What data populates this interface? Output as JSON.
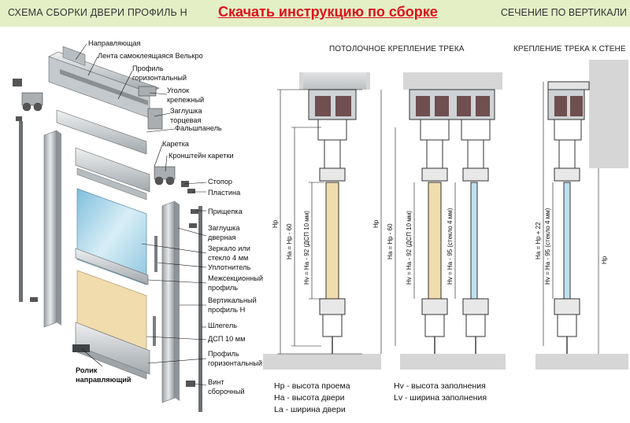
{
  "header": {
    "left_title": "СХЕМА СБОРКИ ДВЕРИ ПРОФИЛЬ Н",
    "download_link": "Скачать инструкцию по сборке",
    "right_title": "СЕЧЕНИЕ ПО ВЕРТИКАЛИ"
  },
  "sections": {
    "ceiling": "ПОТОЛОЧНОЕ КРЕПЛЕНИЕ ТРЕКА",
    "wall": "КРЕПЛЕНИЕ ТРЕКА К СТЕНЕ"
  },
  "parts": [
    "Направляющая",
    "Лента самоклеящаяся Велькро",
    "Профиль",
    "горизонтальный",
    "Уголок",
    "крепежный",
    "Заглушка",
    "торцевая",
    "Фальшпанель",
    "Каретка",
    "Кронштейн каретки",
    "Стопор",
    "Пластина",
    "Прищепка",
    "Заглушка",
    "дверная",
    "Зеркало или",
    "стекло 4 мм",
    "Уплотнитель",
    "Межсекционный",
    "профиль",
    "Вертикальный",
    "профиль Н",
    "Шлегель",
    "ДСП 10 мм",
    "Профиль",
    "горизонтальный",
    "Винт",
    "сборочный"
  ],
  "roller_label": [
    "Ролик",
    "направляющий"
  ],
  "dimensions": {
    "hp": "Hp",
    "ha_hp60": "Ha = Hp - 60",
    "hv_dsp": "Hv = Ha - 92 (ДСП 10 мм)",
    "hv_glass": "Hv = Ha - 95 (стекло 4 мм)",
    "ha_hp22": "Ha = Hp + 22"
  },
  "legend": {
    "hp": "Hp - высота проема",
    "ha": "Ha - высота двери",
    "la": "La - ширина двери",
    "hv": "Hv - высота заполнения",
    "lv": "Lv - ширина заполнения"
  },
  "colors": {
    "header_bg": "#e4efc6",
    "link": "#e0101b",
    "dsp_fill": "#f1dcae",
    "glass_fill": "#bfe0ef",
    "profile": "#c9ced2",
    "ceiling": "#d6d6d6"
  }
}
